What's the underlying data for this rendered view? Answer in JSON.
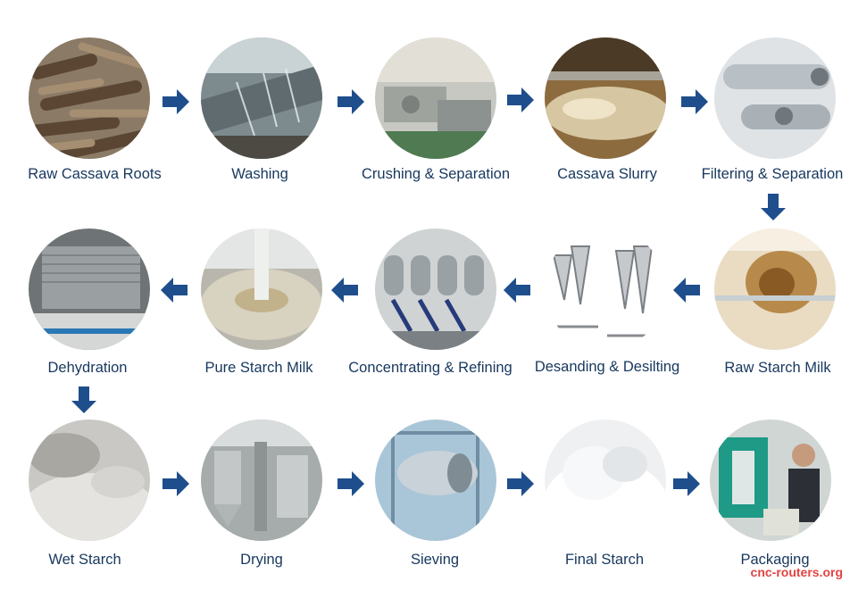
{
  "steps": [
    {
      "label": "Raw Cassava Roots"
    },
    {
      "label": "Washing"
    },
    {
      "label": "Crushing & Separation"
    },
    {
      "label": "Cassava Slurry"
    },
    {
      "label": "Filtering & Separation"
    },
    {
      "label": "Raw Starch Milk"
    },
    {
      "label": "Desanding & Desilting"
    },
    {
      "label": "Concentrating & Refining"
    },
    {
      "label": "Pure Starch Milk"
    },
    {
      "label": "Dehydration"
    },
    {
      "label": "Wet Starch"
    },
    {
      "label": "Drying"
    },
    {
      "label": "Sieving"
    },
    {
      "label": "Final Starch"
    },
    {
      "label": "Packaging"
    }
  ],
  "arrow_color": "#1f4e8c",
  "label_color": "#17375e",
  "watermark": "cnc-routers.org"
}
